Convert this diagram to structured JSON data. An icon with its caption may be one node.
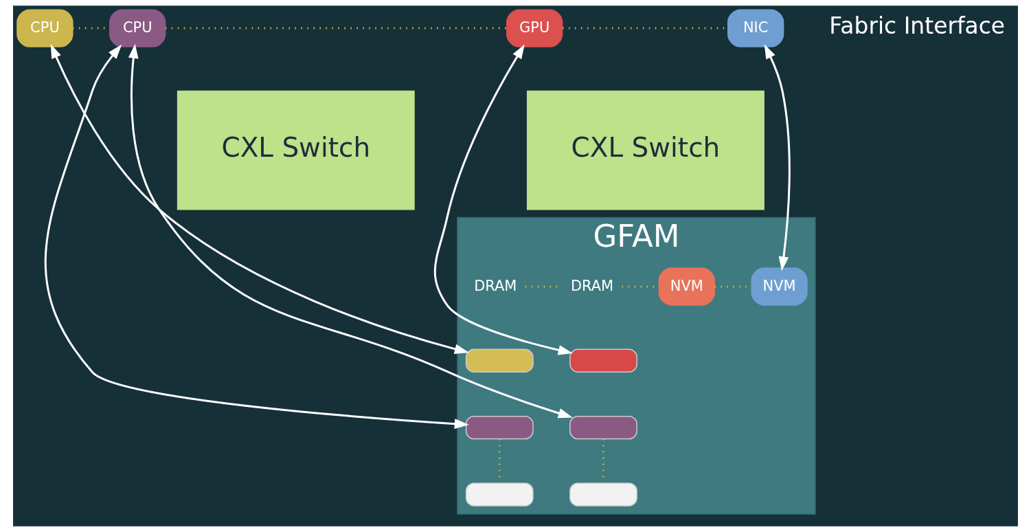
{
  "diagram": {
    "nodes": [
      {
        "text": [
          "CPU"
        ]
      },
      {
        "text": [
          "CPU"
        ]
      },
      {
        "text": [
          "GPU"
        ]
      },
      {
        "text": [
          "NIC"
        ]
      },
      {
        "text": [
          "CXL Switch"
        ]
      },
      {
        "text": [
          "CXL Switch"
        ]
      },
      {
        "text": [
          "GFAM"
        ]
      },
      {
        "text": [
          "DRAM"
        ],
        "in": 6
      },
      {
        "text": [
          "DRAM"
        ],
        "in": 6
      },
      {
        "text": [
          "NVM"
        ],
        "in": 6
      },
      {
        "text": [
          "NVM"
        ],
        "in": 6
      },
      {
        "text": [],
        "shape": "box",
        "in": 6
      },
      {
        "text": [],
        "shape": "box",
        "in": 6
      },
      {
        "text": [],
        "shape": "box",
        "in": 6
      },
      {
        "text": [],
        "shape": "box",
        "in": 6
      },
      {
        "text": [],
        "shape": "box",
        "in": 6
      },
      {
        "text": [],
        "shape": "box",
        "in": 6
      }
    ],
    "edges": [
      {
        "from": 0,
        "to": 1,
        "arrow": "none",
        "style": "dashed",
        "color": "#d6b93c"
      },
      {
        "from": 1,
        "to": 2,
        "arrow": "none",
        "style": "dashed",
        "color": "#d6b93c"
      },
      {
        "from": 2,
        "to": 3,
        "arrow": "none",
        "style": "dashed",
        "color": "#d6b93c"
      },
      {
        "from": 0,
        "to": 11,
        "arrow": "both",
        "color": "#ffffff"
      },
      {
        "from": 1,
        "to": 12,
        "arrow": "both",
        "color": "#ffffff"
      },
      {
        "from": 1,
        "to": 15,
        "arrow": "both",
        "color": "#ffffff"
      },
      {
        "from": 2,
        "to": 14,
        "arrow": "both",
        "color": "#ffffff"
      },
      {
        "from": 3,
        "to": 10,
        "arrow": "both",
        "color": "#ffffff"
      },
      {
        "from": 7,
        "to": 8,
        "arrow": "none",
        "style": "dashed",
        "color": "#d6b93c"
      },
      {
        "from": 8,
        "to": 9,
        "arrow": "none",
        "style": "dashed",
        "color": "#d6b93c"
      },
      {
        "from": 9,
        "to": 10,
        "arrow": "none",
        "style": "dashed",
        "color": "#d6b93c"
      },
      {
        "from": 12,
        "to": 13,
        "arrow": "none",
        "style": "dashed",
        "color": "#d6b93c"
      },
      {
        "from": 15,
        "to": 16,
        "arrow": "none",
        "style": "dashed",
        "color": "#d6b93c"
      }
    ],
    "labels": [
      "Fabric Interface"
    ]
  }
}
